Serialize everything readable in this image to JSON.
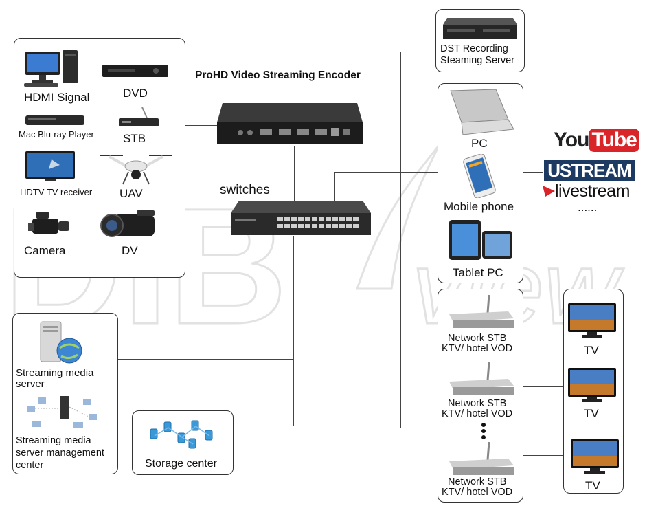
{
  "encoder": {
    "title": "ProHD Video Streaming Encoder"
  },
  "switch": {
    "label": "switches"
  },
  "sources": {
    "hdmi_signal": "HDMI Signal",
    "dvd": "DVD",
    "bluray": "Mac Blu-ray Player",
    "stb": "STB",
    "hdtv_receiver": "HDTV TV receiver",
    "uav": "UAV",
    "camera": "Camera",
    "dv": "DV"
  },
  "server_panel": {
    "streaming_server": "Streaming media server",
    "management_center": "Streaming media server management center"
  },
  "storage": {
    "label": "Storage center"
  },
  "recording": {
    "label": "DST Recording Steaming Server"
  },
  "clients": {
    "pc": "PC",
    "mobile": "Mobile phone",
    "tablet": "Tablet PC"
  },
  "platforms": {
    "youtube_you": "You",
    "youtube_tube": "Tube",
    "ustream": "USTREAM",
    "livestream": "livestream",
    "more": "......"
  },
  "stb_devices": [
    {
      "line1": "Network STB",
      "line2": "KTV/ hotel VOD"
    },
    {
      "line1": "Network STB",
      "line2": "KTV/ hotel VOD"
    },
    {
      "line1": "Network STB",
      "line2": "KTV/ hotel VOD"
    }
  ],
  "tvs": [
    "TV",
    "TV",
    "TV"
  ],
  "watermark": {
    "text": "DIB",
    "text2": "view"
  },
  "colors": {
    "youtube_red": "#d9252a",
    "ustream_bg": "#1d3a63",
    "livestream_red": "#d9252a",
    "device_dark": "#2a2a2a",
    "watermark": "#e8e8e8"
  }
}
